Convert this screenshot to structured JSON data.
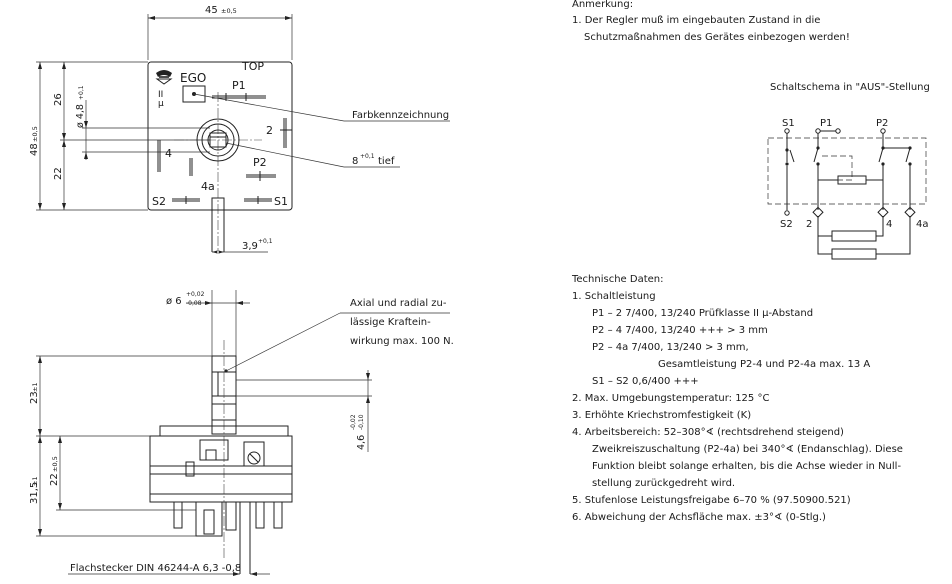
{
  "top_view": {
    "dim_width": "45",
    "dim_width_tol": "±0,5",
    "dim_height": "48",
    "dim_height_tol": "±0,5",
    "dim_26": "26",
    "dim_22": "22",
    "dim_bore": "ø 4,8",
    "dim_bore_tol": "+0,1",
    "dim_39": "3,9",
    "dim_39_tol": "+0,1",
    "brand": "EGO",
    "top_label": "TOP",
    "terminal_p1": "P1",
    "terminal_p2": "P2",
    "terminal_2": "2",
    "terminal_4": "4",
    "terminal_4a": "4a",
    "terminal_s1": "S1",
    "terminal_s2": "S2",
    "ii_mark": "II",
    "mu_mark": "µ",
    "callout_color": "Farbkennzeichnung",
    "callout_depth": "8",
    "callout_depth_tol": "+0,1",
    "callout_depth_word": "tief"
  },
  "side_view": {
    "dim_shaft": "ø 6",
    "dim_shaft_tol_up": "+0,02",
    "dim_shaft_tol_low": "-0,08",
    "dim_23": "23",
    "dim_23_tol": "±1",
    "dim_315": "31,5",
    "dim_315_tol": "±1",
    "dim_22": "22",
    "dim_22_tol": "±0,5",
    "dim_46": "4,6",
    "dim_46_tol_up": "-0,02",
    "dim_46_tol_low": "-0,10",
    "note_axial_1": "Axial und radial zu-",
    "note_axial_2": "lässige Kraftein-",
    "note_axial_3": "wirkung max. 100 N.",
    "flat_connector": "Flachstecker DIN 46244-A 6,3 -0,8"
  },
  "remarks": {
    "heading": "Anmerkung:",
    "line1": "1. Der Regler muß im eingebauten Zustand in die",
    "line2": "Schutzmaßnahmen des Gerätes einbezogen werden!"
  },
  "schematic": {
    "title": "Schaltschema in \"AUS\"-Stellung",
    "labels": [
      "S1",
      "P1",
      "P2",
      "S2",
      "2",
      "4",
      "4a"
    ]
  },
  "tech": {
    "heading": "Technische Daten:",
    "lines": [
      "1.  Schaltleistung",
      "P1 – 2    7/400, 13/240 Prüfklasse II  µ-Abstand",
      "P2 – 4     7/400, 13/240 +++ > 3 mm",
      "P2 – 4a    7/400, 13/240 > 3 mm,",
      "Gesamtleistung P2-4 und P2-4a max. 13 A",
      "S1 – S2    0,6/400 +++",
      "2.  Max. Umgebungstemperatur: 125 °C",
      "3.  Erhöhte Kriechstromfestigkeit (K)",
      "4.  Arbeitsbereich: 52–308°∢ (rechtsdrehend steigend)",
      "Zweikreiszuschaltung (P2-4a) bei 340°∢ (Endanschlag). Diese",
      "Funktion bleibt solange erhalten, bis die Achse wieder in Null-",
      "stellung zurückgedreht wird.",
      "5.  Stufenlose Leistungsfreigabe 6–70 %  (97.50900.521)",
      "6.  Abweichung der Achsfläche max. ±3°∢ (0-Stlg.)"
    ]
  }
}
